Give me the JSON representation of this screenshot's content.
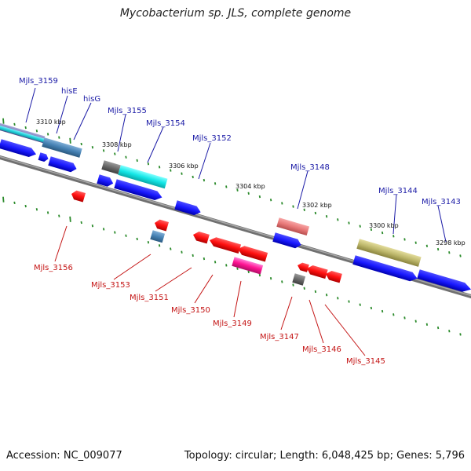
{
  "title": "Mycobacterium sp. JLS, complete genome",
  "accession": "Accession: NC_009077",
  "topology": "Topology: circular; Length: 6,048,425 bp; Genes: 5,796",
  "colors": {
    "backbone": "#808080",
    "tick": "#2a8a2a",
    "label_top": "#1a1aa6",
    "label_bottom": "#c41414"
  },
  "kbp_labels": [
    "3310 kbp",
    "3308 kbp",
    "3306 kbp",
    "3304 kbp",
    "3302 kbp",
    "3300 kbp",
    "3298 kbp"
  ],
  "top_labels": [
    "Mjls_3159",
    "hisE",
    "hisG",
    "Mjls_3155",
    "Mjls_3154",
    "Mjls_3152",
    "Mjls_3148",
    "Mjls_3144",
    "Mjls_3143"
  ],
  "bottom_labels": [
    "Mjls_3156",
    "Mjls_3153",
    "Mjls_3151",
    "Mjls_3150",
    "Mjls_3149",
    "Mjls_3147",
    "Mjls_3146",
    "Mjls_3145"
  ]
}
